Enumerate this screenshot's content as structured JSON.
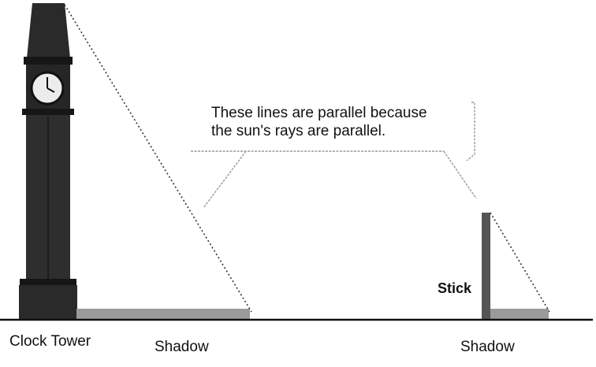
{
  "labels": {
    "callout_line1": "These lines are parallel because",
    "callout_line2": "the sun's rays are parallel.",
    "tower": "Clock Tower",
    "tower_shadow": "Shadow",
    "stick": "Stick",
    "stick_shadow": "Shadow"
  },
  "colors": {
    "tower": "#2a2a2a",
    "tower_dark": "#161616",
    "shadow": "#9a9a9a",
    "ground": "#111111",
    "ray": "#333333",
    "pointer": "#9a9a9a",
    "clock_face": "#ececec",
    "stick": "#555555"
  }
}
